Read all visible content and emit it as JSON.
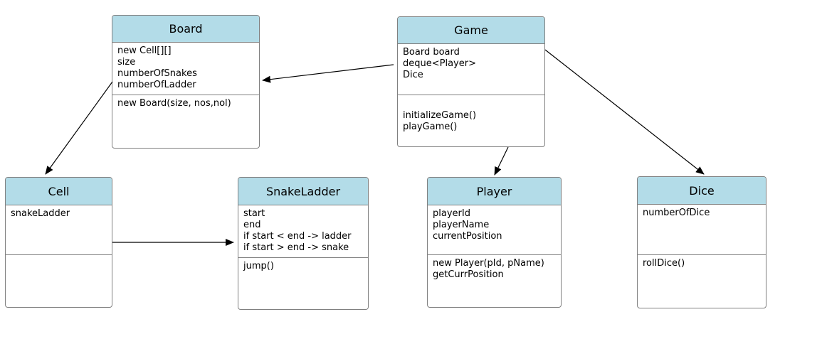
{
  "classes": {
    "board": {
      "name": "Board",
      "attributes": [
        "new Cell[][]",
        "size",
        "numberOfSnakes",
        "numberOfLadder"
      ],
      "methods": [
        "new Board(size, nos,nol)"
      ]
    },
    "game": {
      "name": "Game",
      "attributes": [
        "Board board",
        "deque<Player>",
        "Dice"
      ],
      "methods": [
        "initializeGame()",
        "playGame()"
      ]
    },
    "cell": {
      "name": "Cell",
      "attributes": [
        "snakeLadder"
      ],
      "methods": []
    },
    "snakeladder": {
      "name": "SnakeLadder",
      "attributes": [
        "start",
        "end",
        "if start < end -> ladder",
        "if start > end -> snake"
      ],
      "methods": [
        "jump()"
      ]
    },
    "player": {
      "name": "Player",
      "attributes": [
        "playerId",
        "playerName",
        "currentPosition"
      ],
      "methods": [
        "new Player(pId, pName)",
        "getCurrPosition"
      ]
    },
    "dice": {
      "name": "Dice",
      "attributes": [
        "numberOfDice"
      ],
      "methods": [
        "rollDice()"
      ]
    }
  },
  "relations": [
    {
      "from": "game",
      "to": "board"
    },
    {
      "from": "board",
      "to": "cell"
    },
    {
      "from": "cell",
      "to": "snakeladder"
    },
    {
      "from": "game",
      "to": "player"
    },
    {
      "from": "game",
      "to": "dice"
    }
  ],
  "colors": {
    "header_fill": "#b3dce8",
    "border": "#808080",
    "arrow": "#000000"
  }
}
